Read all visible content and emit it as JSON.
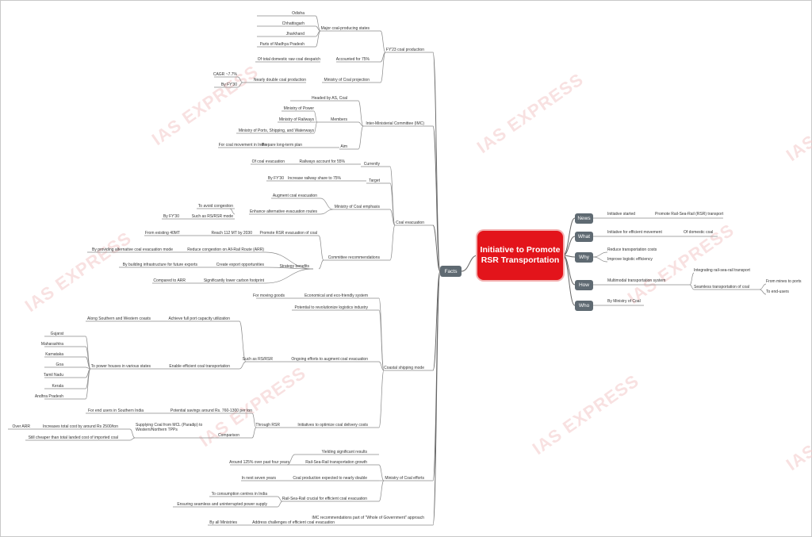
{
  "central_title": "Initiative to Promote RSR Transportation",
  "watermark": "IAS EXPRESS",
  "right_branches": [
    {
      "label": "News",
      "items": [
        {
          "text": "Initiative started"
        },
        {
          "text": "Promote Rail-Sea-Rail (RSR) transport"
        }
      ]
    },
    {
      "label": "What",
      "items": [
        {
          "text": "Initiative for efficient movement"
        },
        {
          "text": "Of domestic coal"
        }
      ]
    },
    {
      "label": "Why",
      "items": [
        {
          "text": "Reduce transportation costs"
        },
        {
          "text": "Improve logistic efficiency"
        }
      ]
    },
    {
      "label": "How",
      "items": [
        {
          "text": "Multimodal transportation system"
        },
        {
          "text": "Integrating rail-sea-rail transport"
        },
        {
          "text": "Seamless transportation of coal"
        },
        {
          "text": "From mines to ports"
        },
        {
          "text": "To end-users"
        }
      ]
    },
    {
      "label": "Who",
      "items": [
        {
          "text": "By Ministry of Coal"
        }
      ]
    }
  ],
  "facts": {
    "label": "Facts",
    "nodes": [
      {
        "text": "FY'23 coal production"
      },
      {
        "text": "Major coal-producing states"
      },
      {
        "text": "Odisha"
      },
      {
        "text": "Chhattisgarh"
      },
      {
        "text": "Jharkhand"
      },
      {
        "text": "Parts of Madhya Pradesh"
      },
      {
        "text": "Accounted for 75%"
      },
      {
        "text": "Of total domestic raw coal despatch"
      },
      {
        "text": "Ministry of Coal projection"
      },
      {
        "text": "Nearly double coal production"
      },
      {
        "text": "CAGR ~7.7%"
      },
      {
        "text": "By FY'30"
      },
      {
        "text": "Inter-Ministerial Committee (IMC)"
      },
      {
        "text": "Headed by AS, Coal"
      },
      {
        "text": "Members"
      },
      {
        "text": "Ministry of Power"
      },
      {
        "text": "Ministry of Railways"
      },
      {
        "text": "Ministry of Ports, Shipping, and Waterways"
      },
      {
        "text": "Aim"
      },
      {
        "text": "Prepare long-term plan"
      },
      {
        "text": "For coal movement in India"
      },
      {
        "text": "Coal evacuation"
      },
      {
        "text": "Currently"
      },
      {
        "text": "Railways account for 55%"
      },
      {
        "text": "Of coal evacuation"
      },
      {
        "text": "Target"
      },
      {
        "text": "Increase railway share to 75%"
      },
      {
        "text": "By FY'30"
      },
      {
        "text": "Ministry of Coal emphasis"
      },
      {
        "text": "Augment coal evacuation"
      },
      {
        "text": "Enhance alternative evacuation routes"
      },
      {
        "text": "To avoid congestion"
      },
      {
        "text": "Such as RS/RSR mode"
      },
      {
        "text": "By FY'30"
      },
      {
        "text": "Committee recommendations"
      },
      {
        "text": "Promote RSR evacuation of coal"
      },
      {
        "text": "Reach 112 MT by 2030"
      },
      {
        "text": "From existing 40MT"
      },
      {
        "text": "Strategy benefits"
      },
      {
        "text": "Reduce congestion on All-Rail Route (ARR)"
      },
      {
        "text": "By providing alternative coal evacuation mode"
      },
      {
        "text": "Create export opportunities"
      },
      {
        "text": "By building infrastructure for future exports"
      },
      {
        "text": "Significantly lower carbon footprint"
      },
      {
        "text": "Compared to ARR"
      },
      {
        "text": "Coastal shipping mode"
      },
      {
        "text": "Economical and eco-friendly system"
      },
      {
        "text": "For moving goods"
      },
      {
        "text": "Potential to revolutionize logistics industry"
      },
      {
        "text": "Ongoing efforts to augment coal evacuation"
      },
      {
        "text": "Such as RS/RSR"
      },
      {
        "text": "Achieve full port capacity utilization"
      },
      {
        "text": "Along Southern and Western coasts"
      },
      {
        "text": "Enable efficient coal transportation"
      },
      {
        "text": "To power houses in various states"
      },
      {
        "text": "Gujarat"
      },
      {
        "text": "Maharashtra"
      },
      {
        "text": "Karnataka"
      },
      {
        "text": "Goa"
      },
      {
        "text": "Tamil Nadu"
      },
      {
        "text": "Kerala"
      },
      {
        "text": "Andhra Pradesh"
      },
      {
        "text": "Initiatives to optimize coal delivery costs"
      },
      {
        "text": "Through RSR"
      },
      {
        "text": "Potential savings around Rs. 760-1300 per ton"
      },
      {
        "text": "For end users in Southern India"
      },
      {
        "text": "Comparison"
      },
      {
        "text": "Supplying Coal from MCL (Paradip) to Western/Northern TPPs"
      },
      {
        "text": "Increases total cost by around Rs 2500/ton"
      },
      {
        "text": "Over ARR"
      },
      {
        "text": "Still cheaper than total landed cost of imported coal"
      },
      {
        "text": "Ministry of Coal efforts"
      },
      {
        "text": "Rail-Sea-Rail transportation growth"
      },
      {
        "text": "Yielding significant results"
      },
      {
        "text": "Around 125% over past four years"
      },
      {
        "text": "Coal production expected to nearly double"
      },
      {
        "text": "In next seven years"
      },
      {
        "text": "Rail-Sea-Rail crucial for efficient coal evacuation"
      },
      {
        "text": "To consumption centres in India"
      },
      {
        "text": "Ensuring seamless and uninterrupted power supply"
      },
      {
        "text": "IMC recommendations part of \"Whole of Government\" approach"
      },
      {
        "text": "Address challenges of efficient coal evacuation"
      },
      {
        "text": "By all Ministries"
      }
    ]
  }
}
